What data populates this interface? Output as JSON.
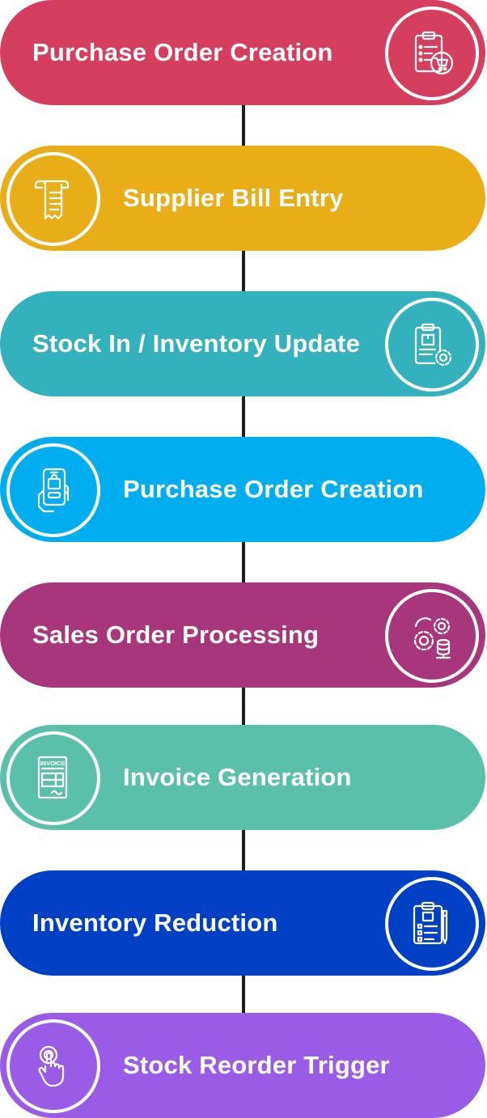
{
  "steps": [
    {
      "label": "Purchase Order Creation",
      "color": "#d63e5e",
      "icon": "clipboard-cart-icon",
      "icon_side": "right"
    },
    {
      "label": "Supplier Bill Entry",
      "color": "#e9ae17",
      "icon": "receipt-icon",
      "icon_side": "left"
    },
    {
      "label": "Stock In / Inventory Update",
      "color": "#33b1bd",
      "icon": "clipboard-gear-icon",
      "icon_side": "right"
    },
    {
      "label": "Purchase Order Creation",
      "color": "#00aeef",
      "icon": "phone-shopping-icon",
      "icon_side": "left"
    },
    {
      "label": "Sales Order Processing",
      "color": "#a8367c",
      "icon": "gears-database-icon",
      "icon_side": "right"
    },
    {
      "label": "Invoice Generation",
      "color": "#5bc0aa",
      "icon": "invoice-icon",
      "icon_side": "left"
    },
    {
      "label": "Inventory Reduction",
      "color": "#0040c4",
      "icon": "clipboard-pen-icon",
      "icon_side": "right"
    },
    {
      "label": "Stock Reorder Trigger",
      "color": "#9a5ce7",
      "icon": "touch-hand-icon",
      "icon_side": "left"
    }
  ],
  "icon_text": {
    "invoice": "INVOICE"
  }
}
